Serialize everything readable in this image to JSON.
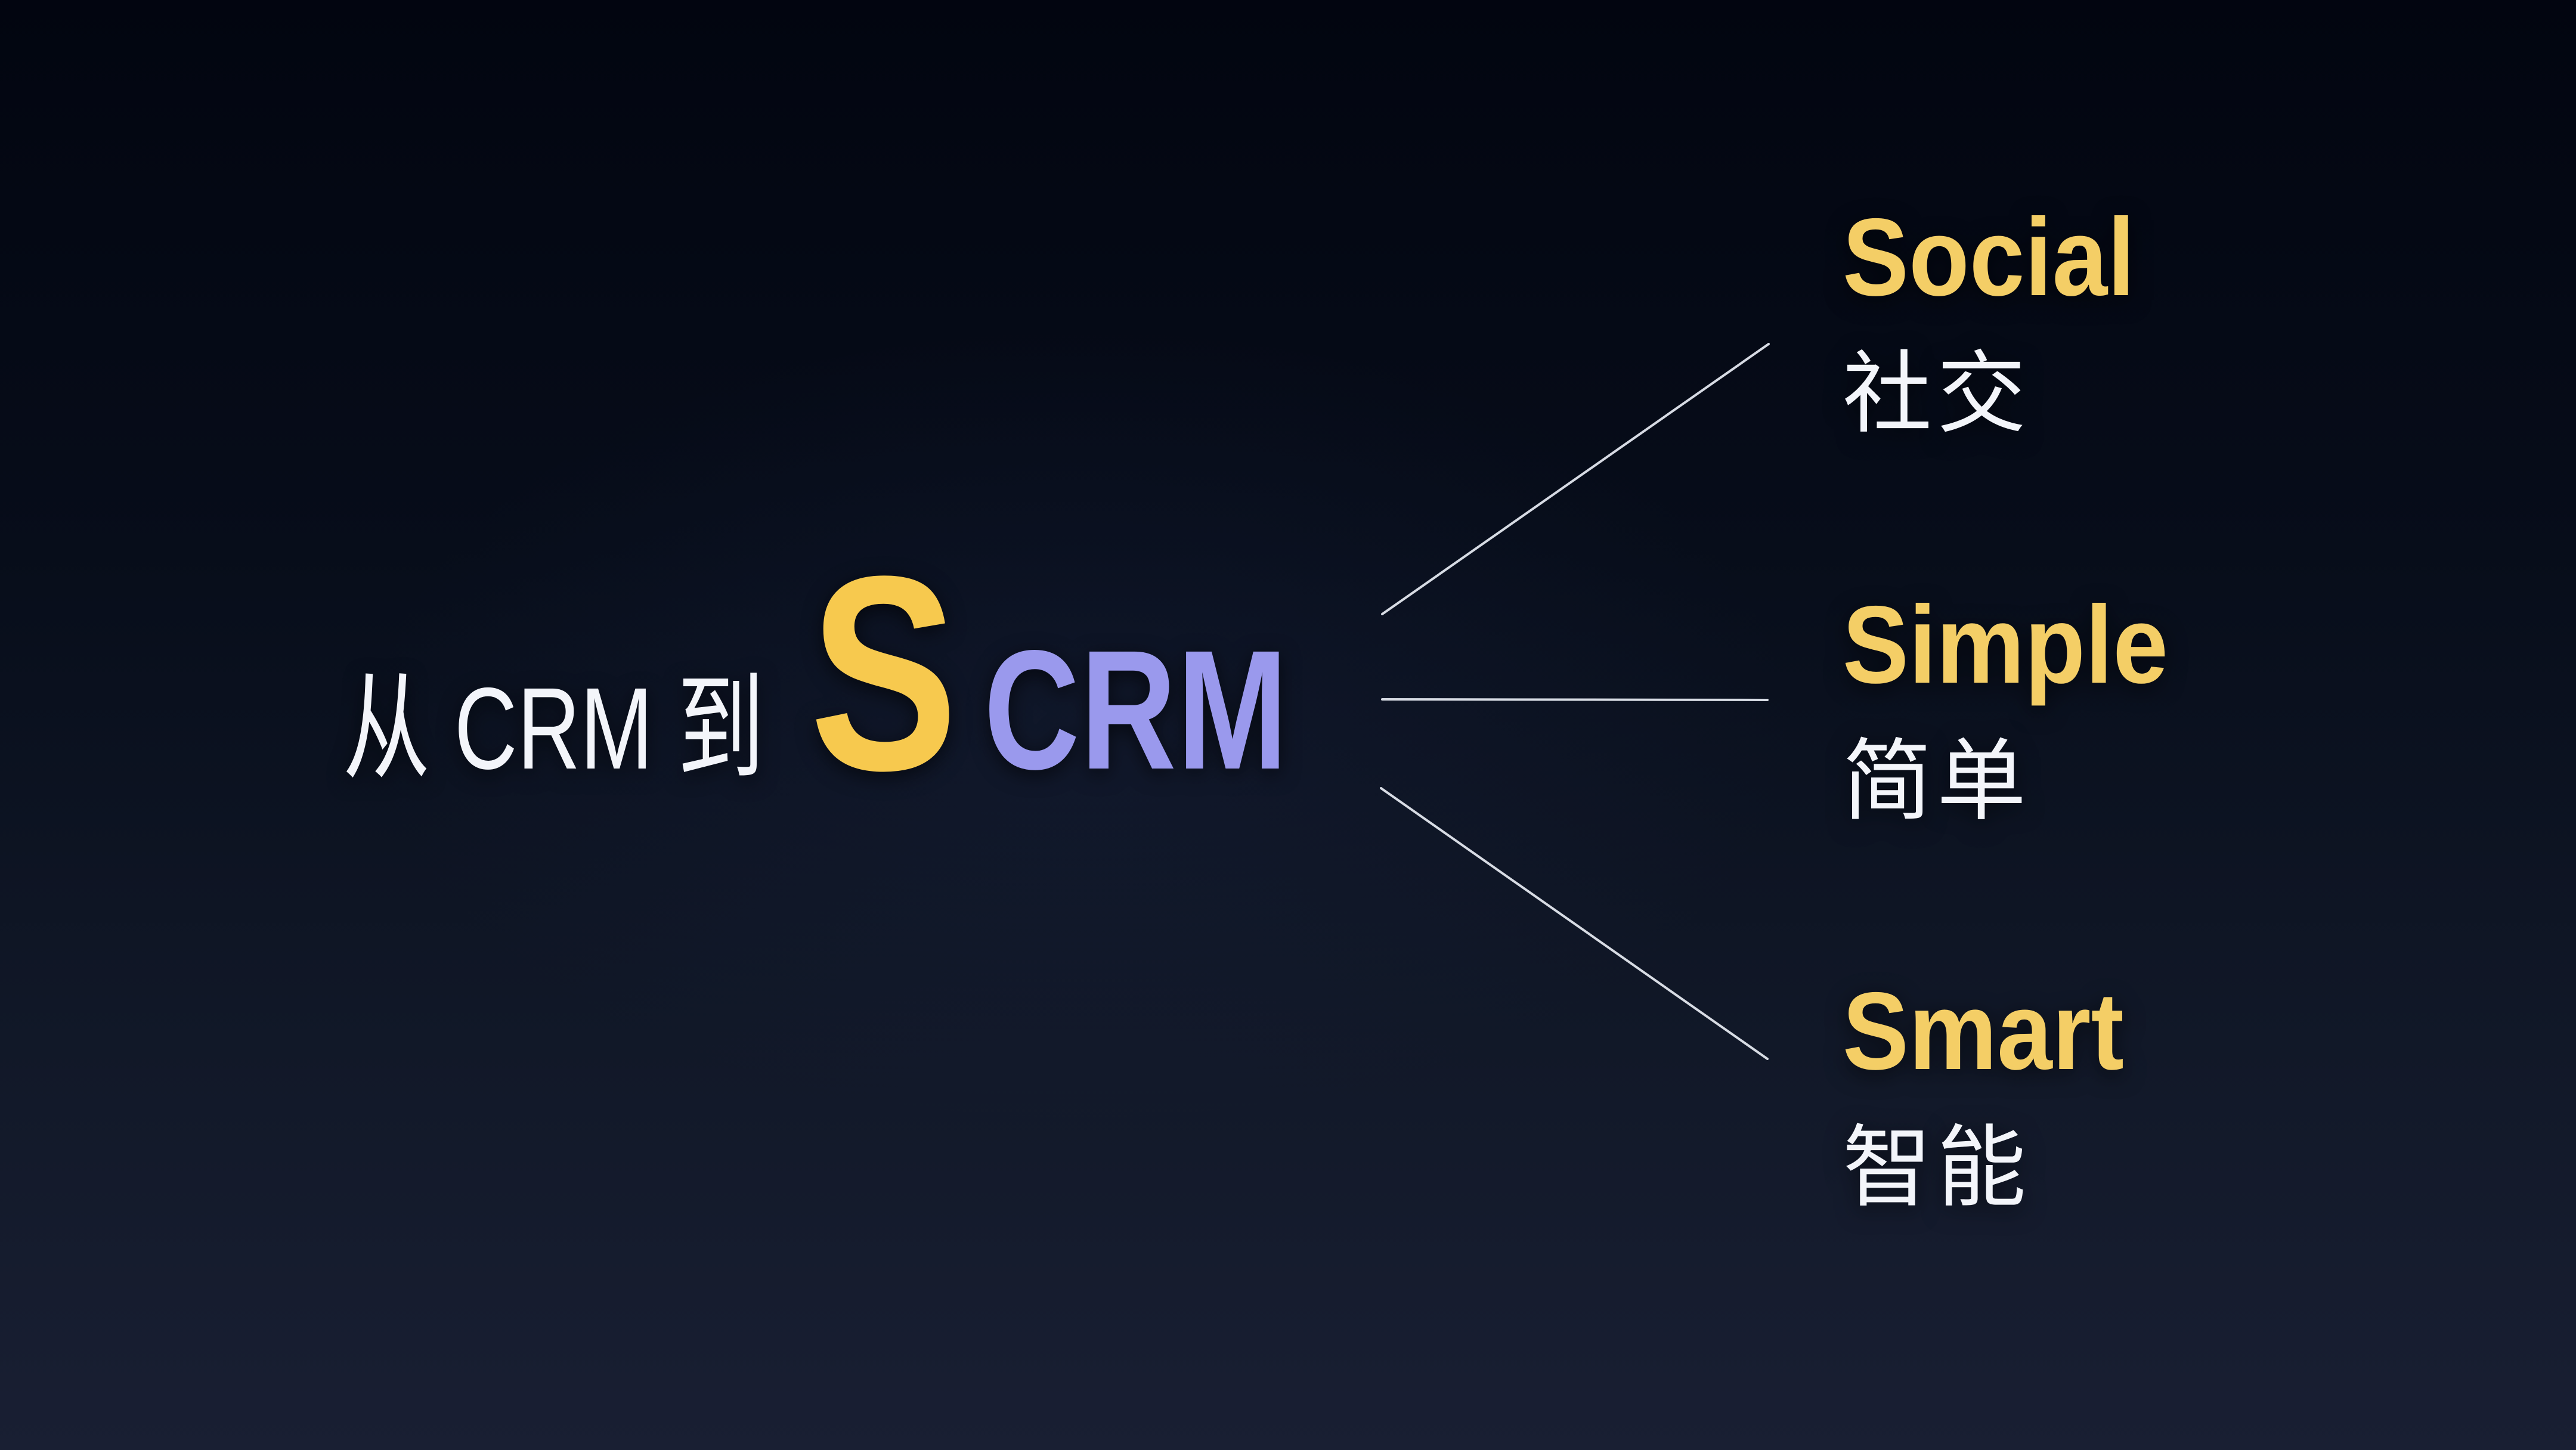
{
  "title": {
    "prefix": "从 CRM 到",
    "highlight": "S",
    "rest": "CRM"
  },
  "branches": [
    {
      "label": "Social",
      "sublabel": "社交"
    },
    {
      "label": "Simple",
      "sublabel": "简单"
    },
    {
      "label": "Smart",
      "sublabel": "智能"
    }
  ],
  "colors": {
    "bg-top": "#020510",
    "bg-bottom": "#191F33",
    "accent-yellow": "#F7C94E",
    "branch-yellow": "#F4CE66",
    "accent-purple": "#9A99ED",
    "text-white": "#F3F5FA",
    "line": "#E3E7EF"
  }
}
